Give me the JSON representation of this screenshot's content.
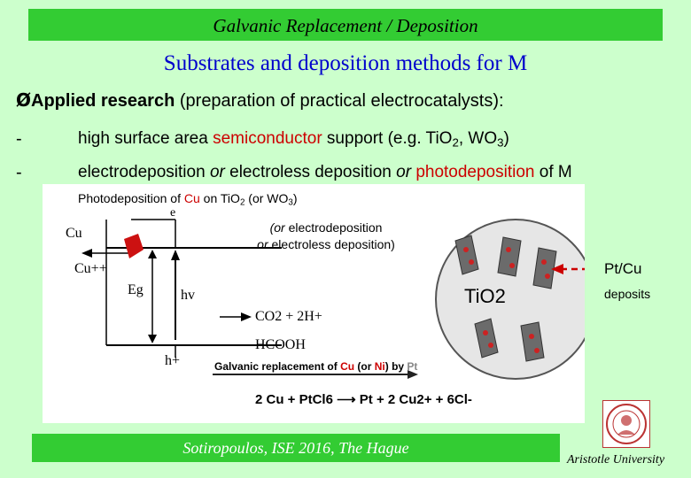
{
  "header": {
    "title": "Galvanic Replacement / Deposition"
  },
  "slide_title": "Substrates and deposition methods for M",
  "applied": {
    "arrow": "Ø",
    "bold": "Applied research",
    "rest": " (preparation of practical electrocatalysts):"
  },
  "bullets": [
    {
      "dash": "-",
      "pre": "high surface area ",
      "red": "semiconductor",
      "post_a": " support (e.g. TiO",
      "sub_a": "2",
      "post_b": ", WO",
      "sub_b": "3",
      "post_c": ")"
    },
    {
      "dash": "-",
      "a": "electrodeposition ",
      "or1": "or",
      "b": " electroless deposition ",
      "or2": "or",
      "c": " ",
      "red": "photodeposition",
      "d": " of M"
    }
  ],
  "figure": {
    "caption": {
      "a": "Photodeposition",
      "b": " of ",
      "cu": "Cu",
      "c": " on TiO",
      "sub1": "2",
      "d": " (or WO",
      "sub2": "3",
      "e": ")"
    },
    "alt_line1": {
      "or": "(or",
      "text": " electrodeposition"
    },
    "alt_line2": {
      "or": "or",
      "text": " electroless deposition)"
    },
    "band_labels": {
      "cu": "Cu",
      "cu_ion": "Cu++",
      "eminus": "e",
      "eg": "Eg",
      "hv": "hv",
      "co2": "CO2 + 2H+",
      "hcooh": "HCOOH",
      "hplus": "h+"
    },
    "galvanic": {
      "a": "Galvanic replacement of ",
      "cu": "Cu",
      "b": " (or ",
      "ni": "Ni",
      "c": ") by ",
      "pt": "Pt"
    },
    "equation": "2 Cu + PtCl6 ⟶ Pt + 2 Cu2+ + 6Cl-",
    "tio2": "TiO2"
  },
  "ptcu": "Pt/Cu",
  "deposits": "deposits",
  "footer": {
    "text": "Sotiropoulos, ISE 2016, The Hague"
  },
  "university": "Aristotle University",
  "colors": {
    "background": "#ccffcc",
    "bar": "#33cc33",
    "title": "#0000cc",
    "accent_red": "#cc0000"
  }
}
